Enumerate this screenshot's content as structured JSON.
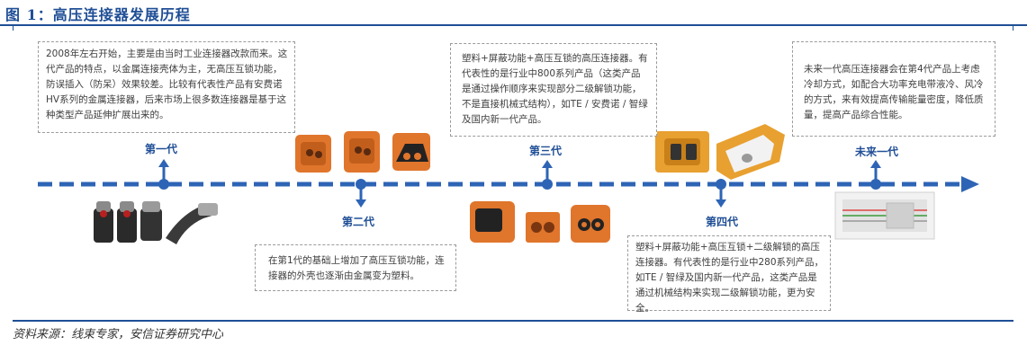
{
  "title": "图 1：高压连接器发展历程",
  "source": "资料来源：线束专家，安信证券研究中心",
  "colors": {
    "accent": "#1f4e96",
    "connector_orange": "#e0752c",
    "connector_black": "#222222"
  },
  "generations": [
    {
      "label": "第一代",
      "text": "2008年左右开始，主要是由当时工业连接器改款而来。这代产品的特点，以金属连接壳体为主，无高压互锁功能，防误插入（防呆）效果较差。比较有代表性产品有安费诺HV系列的金属连接器，后来市场上很多数连接器是基于这种类型产品延伸扩展出来的。"
    },
    {
      "label": "第二代",
      "text": "在第1代的基础上增加了高压互锁功能，连接器的外壳也逐渐由金属变为塑料。"
    },
    {
      "label": "第三代",
      "text": "塑料+屏蔽功能+高压互锁的高压连接器。有代表性的是行业中800系列产品（这类产品是通过操作顺序来实现部分二级解锁功能，不是直接机械式结构），如TE / 安费诺 / 智绿及国内新一代产品。"
    },
    {
      "label": "第四代",
      "text": "塑料+屏蔽功能+高压互锁+二级解锁的高压连接器。有代表性的是行业中280系列产品，如TE / 智绿及国内新一代产品，这类产品是通过机械结构来实现二级解锁功能，更为安全。"
    },
    {
      "label": "未来一代",
      "text": "未来一代高压连接器会在第4代产品上考虑冷却方式，如配合大功率充电带液冷、风冷的方式，来有效提高传输能量密度，降低质量，提高产品综合性能。"
    }
  ]
}
